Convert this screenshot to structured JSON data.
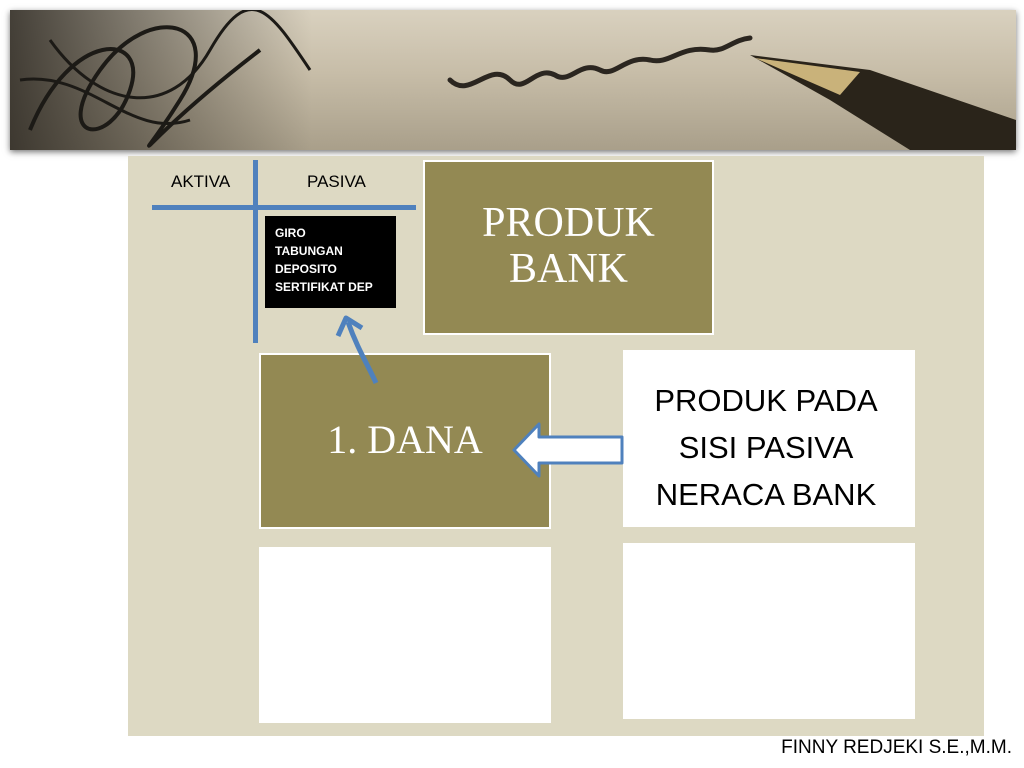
{
  "t_account": {
    "left_label": "AKTIVA",
    "right_label": "PASIVA",
    "pasiva_items": [
      "GIRO",
      "TABUNGAN",
      "DEPOSITO",
      "SERTIFIKAT DEP"
    ]
  },
  "title_box": {
    "line1": "PRODUK",
    "line2": "BANK"
  },
  "dana_box": {
    "label": "1. DANA"
  },
  "info_box": {
    "line1": "PRODUK PADA",
    "line2": "SISI PASIVA",
    "line3": "NERACA BANK"
  },
  "footer": {
    "author": "FINNY REDJEKI S.E.,M.M."
  },
  "colors": {
    "panel": "#ddd9c3",
    "olive": "#938953",
    "line_blue": "#4f81bd",
    "arrow_fill": "#ffffff"
  }
}
